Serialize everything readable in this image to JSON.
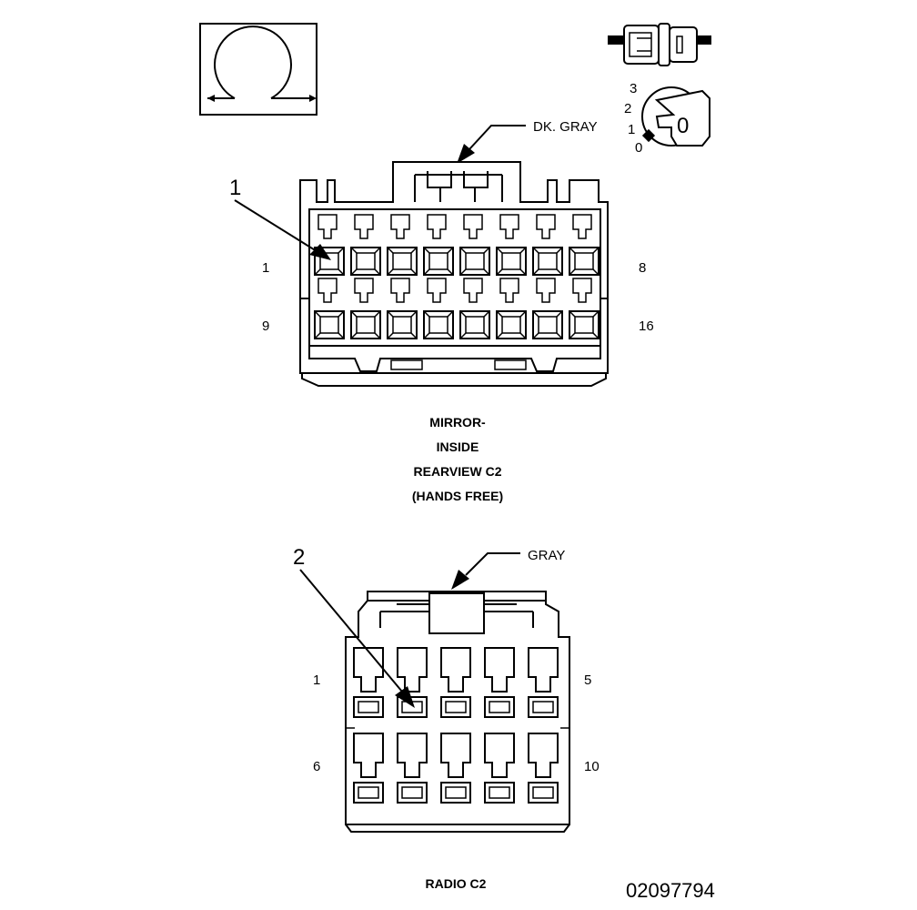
{
  "connector_1": {
    "callout": "1",
    "color": "DK. GRAY",
    "pin_left_top": "1",
    "pin_right_top": "8",
    "pin_left_bottom": "9",
    "pin_right_bottom": "16",
    "caption_lines": [
      "MIRROR-",
      "INSIDE",
      "REARVIEW C2",
      "(HANDS FREE)"
    ]
  },
  "connector_2": {
    "callout": "2",
    "color": "GRAY",
    "pin_left_top": "1",
    "pin_right_top": "5",
    "pin_left_bottom": "6",
    "pin_right_bottom": "10",
    "caption": "RADIO C2"
  },
  "ignition_positions": [
    "3",
    "2",
    "1",
    "0"
  ],
  "key_symbol": "0",
  "figure_id": "02097794",
  "icons": [
    "ohm-symbol-icon",
    "fuse-icon",
    "ignition-switch-icon"
  ]
}
